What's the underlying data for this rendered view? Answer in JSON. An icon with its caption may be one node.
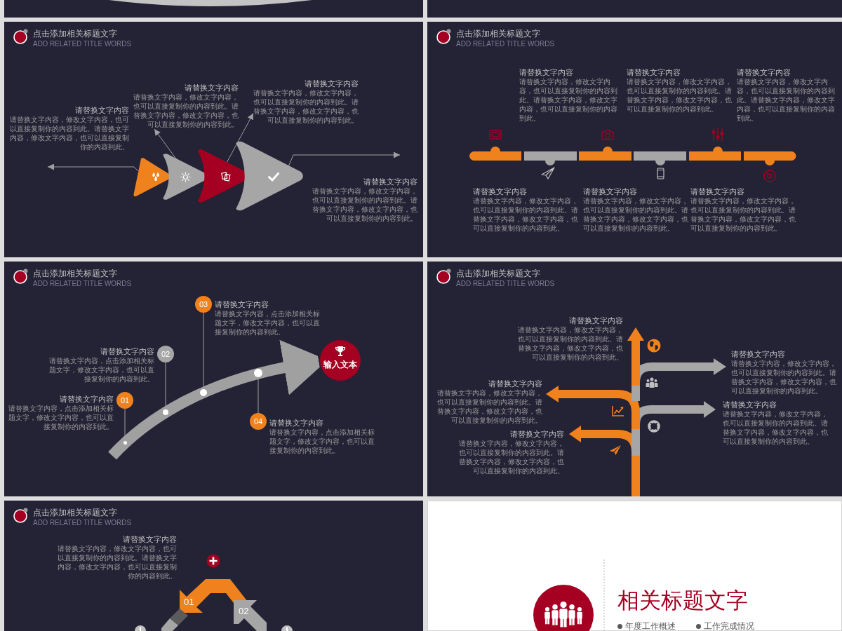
{
  "diagram": {
    "nodes": [
      {
        "text": [],
        "shape": "box"
      },
      {
        "text": [],
        "shape": "box"
      },
      {
        "text": [
          "点击添加相关标题文字",
          "ADD RELATED TITLE WORDS"
        ]
      },
      {
        "text": [],
        "shape": "triangle",
        "in": 2,
        "beside": [
          "请替换文字内容",
          "请替换文字内容，修改文字内容，也可以直接复制你的内容到此。请替换文字内容，修改文字内容，也可以直接复制你的内容到此。"
        ]
      },
      {
        "text": [],
        "shape": "chevron",
        "in": 2
      },
      {
        "text": [],
        "shape": "chevron",
        "in": 2
      },
      {
        "text": [],
        "shape": "chevron",
        "in": 2,
        "beside": [
          "请替换文字内容",
          "请替换文字内容，修改文字内容，也可以直接复制你的内容到此。请替换文字内容，修改文字内容，也可以直接复制你的内容到此。"
        ]
      },
      {
        "text": [
          "请替换文字内容",
          "请替换文字内容，修改文字内容，也可以直接复制你的内容到此。请替换文字内容，修改文字内容，也可以直接复制你的内容到此。"
        ],
        "in": 2
      },
      {
        "text": [
          "请替换文字内容",
          "请替换文字内容，修改文字内容，也可以直接复制你的内容到此。请替换文字内容，修改文字内容，也可以直接复制你的内容到此。"
        ],
        "in": 2
      },
      {
        "text": [
          "点击添加相关标题文字",
          "ADD RELATED TITLE WORDS"
        ]
      },
      {
        "text": [
          "点击添加相关标题文字",
          "ADD RELATED TITLE WORDS"
        ]
      },
      {
        "text": [
          "01"
        ],
        "in": 10,
        "beside": [
          "请替换文字内容",
          "请替换文字内容，点击添加相关标题文字，修改文字内容，也可以直接复制你的内容到此。"
        ]
      },
      {
        "text": [],
        "shape": "circle",
        "in": 10
      },
      {
        "text": [
          "02"
        ],
        "in": 10,
        "beside": [
          "请替换文字内容",
          "请替换文字内容，点击添加相关标题文字，修改文字内容，也可以直接复制你的内容到此。"
        ]
      },
      {
        "text": [],
        "shape": "circle",
        "in": 10
      },
      {
        "text": [
          "03"
        ],
        "in": 10,
        "beside": [
          "请替换文字内容",
          "请替换文字内容，点击添加相关标题文字，修改文字内容，也可以直接复制你的内容到此。"
        ]
      },
      {
        "text": [],
        "shape": "circle",
        "in": 10
      },
      {
        "text": [
          "04"
        ],
        "in": 10,
        "beside": [
          "请替换文字内容",
          "请替换文字内容，点击添加相关标题文字，修改文字内容，也可以直接复制你的内容到此。"
        ]
      },
      {
        "text": [],
        "shape": "circle",
        "in": 10
      },
      {
        "text": [
          "输入文本"
        ],
        "in": 10
      },
      {
        "text": [
          "点击添加相关标题文字",
          "ADD RELATED TITLE WORDS"
        ]
      },
      {
        "text": [
          "点击添加相关标题文字",
          "ADD RELATED TITLE WORDS"
        ]
      },
      {
        "text": [
          "01"
        ],
        "in": 21
      },
      {
        "text": [
          "02"
        ],
        "in": 21
      },
      {
        "text": [
          "相关标题文字",
          "年度工作概述",
          "工作完成情况"
        ]
      }
    ],
    "edges": [
      {
        "from": 3,
        "to": null,
        "arrow": "to"
      },
      {
        "from": 4,
        "to": 7,
        "arrow": "to"
      },
      {
        "from": 5,
        "to": 8,
        "arrow": "to"
      },
      {
        "from": 6,
        "to": null,
        "arrow": "to"
      },
      {
        "from": 11,
        "to": 12,
        "arrow": "none"
      },
      {
        "from": 13,
        "to": 14,
        "arrow": "none"
      },
      {
        "from": 15,
        "to": 16,
        "arrow": "none"
      },
      {
        "from": 17,
        "to": 18,
        "arrow": "none"
      },
      {
        "from": null,
        "to": 19,
        "arrow": "to",
        "style": "thick"
      }
    ],
    "labels": [
      "请替换文字内容",
      "请替换文字内容，修改文字内容，也可以直接复制你的内容到此。请替换文字内容，修改文字内容，也可以直接复制你的内容到此。",
      "请替换文字内容",
      "请替换文字内容，修改文字内容，也可以直接复制你的内容到此。请替换文字内容，修改文字内容，也可以直接复制你的内容到此。",
      "请替换文字内容",
      "请替换文字内容，修改文字内容，也可以直接复制你的内容到此。请替换文字内容，修改文字内容，也可以直接复制你的内容到此。",
      "请替换文字内容",
      "请替换文字内容，修改文字内容，也可以直接复制你的内容到此。请替换文字内容，修改文字内容，也可以直接复制你的内容到此。",
      "请替换文字内容",
      "请替换文字内容，修改文字内容，也可以直接复制你的内容到此。请替换文字内容，修改文字内容，也可以直接复制你的内容到此。",
      "请替换文字内容",
      "请替换文字内容，修改文字内容，也可以直接复制你的内容到此。请替换文字内容，修改文字内容，也可以直接复制你的内容到此。",
      "请替换文字内容",
      "请替换文字内容，修改文字内容，也可以直接复制你的内容到此。请替换文字内容，修改文字内容，也可以直接复制你的内容到此。",
      "请替换文字内容",
      "请替换文字内容，修改文字内容，也可以直接复制你的内容到此。请替换文字内容，修改文字内容，也可以直接复制你的内容到此。",
      "请替换文字内容",
      "请替换文字内容，修改文字内容，也可以直接复制你的内容到此。请替换文字内容，修改文字内容，也可以直接复制你的内容到此。",
      "请替换文字内容",
      "请替换文字内容，修改文字内容，也可以直接复制你的内容到此。请替换文字内容，修改文字内容，也可以直接复制你的内容到此。",
      "请替换文字内容",
      "请替换文字内容，修改文字内容，也可以直接复制你的内容到此。请替换文字内容，修改文字内容，也可以直接复制你的内容到此。",
      "请替换文字内容",
      "请替换文字内容，修改文字内容，也可以直接复制你的内容到此。请替换文字内容，修改文字内容，也可以直接复制你的内容到此。"
    ]
  }
}
